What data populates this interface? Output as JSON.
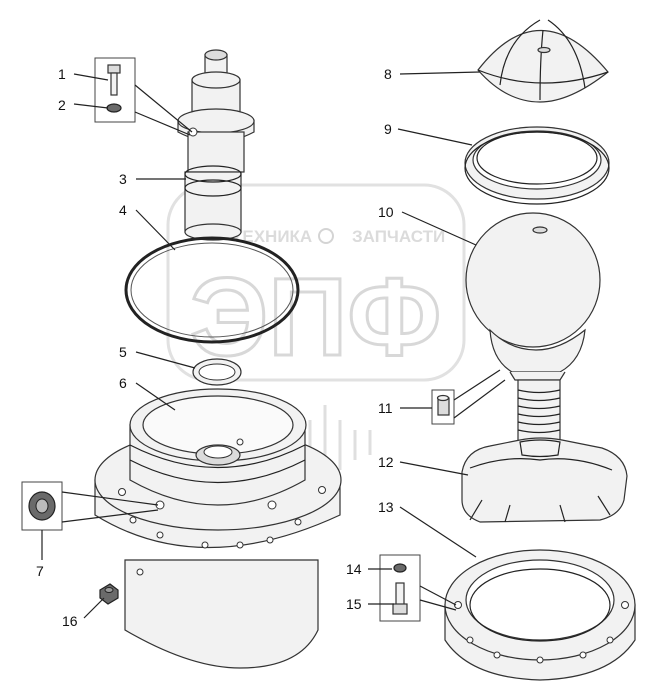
{
  "watermark": {
    "top_text_left": "ТЕХНИКА",
    "top_text_right": "ЗАПЧАСТИ",
    "logo_text": "ЭПФ"
  },
  "callouts": [
    {
      "id": "c1",
      "label": "1"
    },
    {
      "id": "c2",
      "label": "2"
    },
    {
      "id": "c3",
      "label": "3"
    },
    {
      "id": "c4",
      "label": "4"
    },
    {
      "id": "c5",
      "label": "5"
    },
    {
      "id": "c6",
      "label": "6"
    },
    {
      "id": "c7",
      "label": "7"
    },
    {
      "id": "c8",
      "label": "8"
    },
    {
      "id": "c9",
      "label": "9"
    },
    {
      "id": "c10",
      "label": "10"
    },
    {
      "id": "c11",
      "label": "11"
    },
    {
      "id": "c12",
      "label": "12"
    },
    {
      "id": "c13",
      "label": "13"
    },
    {
      "id": "c14",
      "label": "14"
    },
    {
      "id": "c15",
      "label": "15"
    },
    {
      "id": "c16",
      "label": "16"
    }
  ]
}
